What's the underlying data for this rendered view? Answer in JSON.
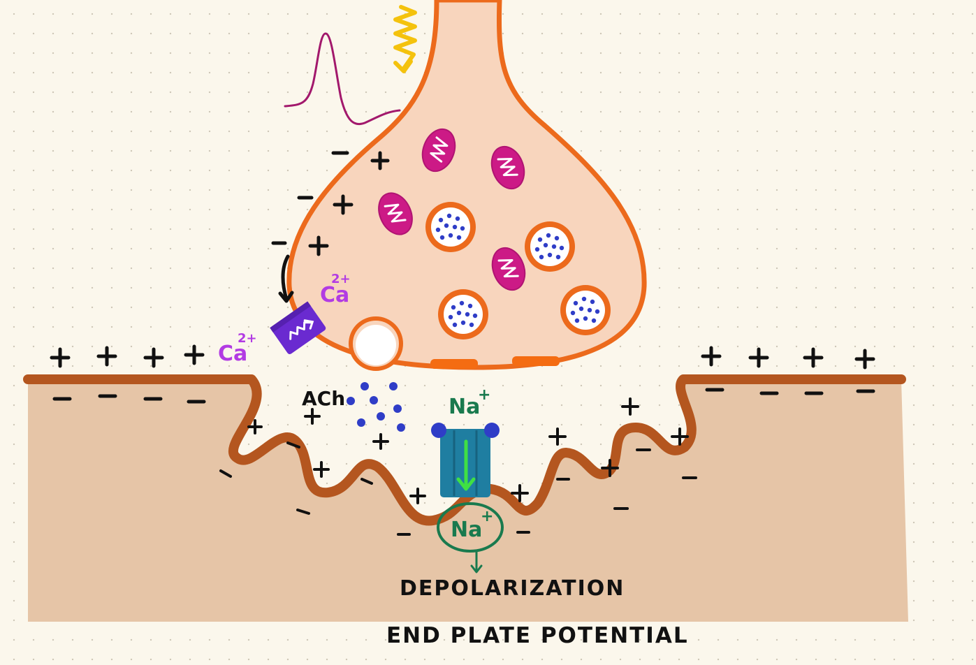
{
  "labels": {
    "ca_top": "Ca",
    "ca_top_charge": "2+",
    "ca_left": "Ca",
    "ca_left_charge": "2+",
    "ach": "ACh",
    "na_channel": "Na",
    "na_channel_charge": "+",
    "na_inside": "Na",
    "na_inside_charge": "+",
    "depolarization": "DEPOLARIZATION",
    "end_plate_potential": "END PLATE POTENTIAL"
  },
  "colors": {
    "axon_fill": "#f8d5bd",
    "axon_outline": "#ec6a1c",
    "muscle_fill": "#e6c5a7",
    "sarcolemma": "#b4561f",
    "mitochondria": "#cc1a86",
    "vesicle_dots": "#2f3dc7",
    "ca_channel": "#6a2ad0",
    "ca_label": "#b23be3",
    "na_channel": "#1f7ea1",
    "na_label": "#197a4e",
    "arrow_green": "#3fe043",
    "action_potential": "#a2186c",
    "stimulus_zigzag": "#f4c20d"
  },
  "icons": {
    "stimulus": "zigzag-arrow-icon",
    "action_potential": "spike-waveform-icon",
    "mitochondrion": "mitochondrion-icon",
    "vesicle": "vesicle-icon"
  }
}
